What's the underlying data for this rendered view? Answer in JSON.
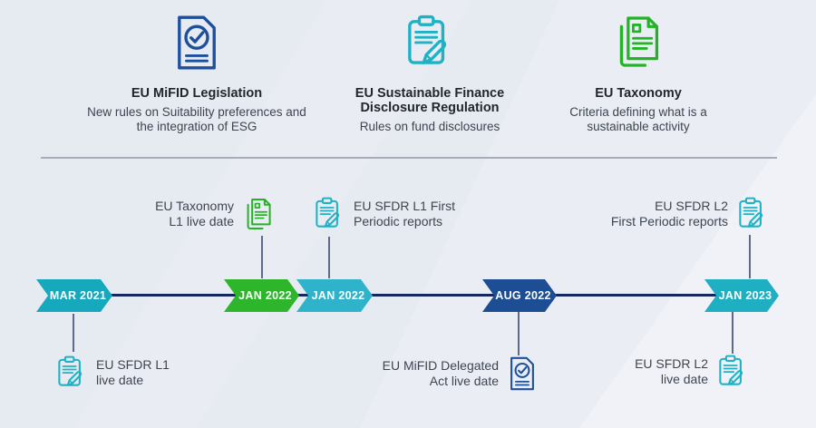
{
  "header_sections": [
    {
      "icon": "document-check-icon",
      "title": "EU MiFID Legislation",
      "description": "New rules on Suitability preferences and the integration of ESG"
    },
    {
      "icon": "clipboard-pencil-icon",
      "title": "EU Sustainable Finance Disclosure Regulation",
      "description": "Rules on fund disclosures"
    },
    {
      "icon": "stacked-documents-icon",
      "title": "EU Taxonomy",
      "description": "Criteria defining what is a sustainable activity"
    }
  ],
  "timeline": {
    "milestones": [
      {
        "date": "MAR 2021",
        "color": "#16a9be"
      },
      {
        "date": "JAN 2022",
        "color": "#2db52c"
      },
      {
        "date": "JAN 2022",
        "color": "#2fb3cb"
      },
      {
        "date": "AUG 2022",
        "color": "#1d4d92"
      },
      {
        "date": "JAN 2023",
        "color": "#1fafc2"
      }
    ],
    "events": [
      {
        "line1": "EU SFDR L1",
        "line2": "live date",
        "icon": "clipboard-pencil-icon",
        "position": "below"
      },
      {
        "line1": "EU Taxonomy",
        "line2": "L1 live date",
        "icon": "stacked-documents-icon",
        "position": "above"
      },
      {
        "line1": "EU SFDR L1 First",
        "line2": "Periodic reports",
        "icon": "clipboard-pencil-icon",
        "position": "above"
      },
      {
        "line1": "EU MiFID Delegated",
        "line2": "Act live date",
        "icon": "document-check-icon",
        "position": "below"
      },
      {
        "line1": "EU SFDR L2",
        "line2": "First Periodic reports",
        "icon": "clipboard-pencil-icon",
        "position": "above"
      },
      {
        "line1": "EU SFDR L2",
        "line2": "live date",
        "icon": "clipboard-pencil-icon",
        "position": "below"
      }
    ]
  },
  "colors": {
    "navy": "#1e4f9c",
    "teal": "#1fb1c4",
    "green": "#24b324",
    "timeline_line": "#14275f",
    "connector": "#5e6a88",
    "divider": "#a6adb8",
    "background": "#e7ebf1"
  }
}
